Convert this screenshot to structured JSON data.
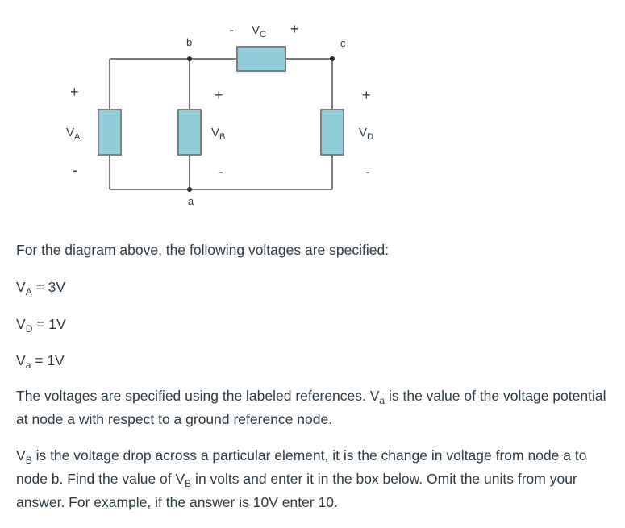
{
  "diagram": {
    "elements": [
      {
        "id": "A",
        "label_main": "V",
        "label_sub": "A",
        "plus": "+",
        "minus": "-"
      },
      {
        "id": "B",
        "label_main": "V",
        "label_sub": "B",
        "plus": "+",
        "minus": "-"
      },
      {
        "id": "C",
        "label_main": "V",
        "label_sub": "C",
        "plus": "+",
        "minus": "-"
      },
      {
        "id": "D",
        "label_main": "V",
        "label_sub": "D",
        "plus": "+",
        "minus": "-"
      }
    ],
    "nodes": {
      "a": "a",
      "b": "b",
      "c": "c"
    },
    "colors": {
      "element_fill": "#92cddc",
      "element_stroke": "#7f7f7f",
      "wire": "#7a7a7a",
      "text": "#2d3b45"
    }
  },
  "text": {
    "intro": "For the diagram above, the following voltages are specified:",
    "given": [
      {
        "main": "V",
        "sub": "A",
        "rest": " = 3V"
      },
      {
        "main": "V",
        "sub": "D",
        "rest": " = 1V"
      },
      {
        "main": "V",
        "sub": "a",
        "rest": " = 1V"
      }
    ],
    "para1": {
      "before": "The voltages are specified using the labeled references. V",
      "sub": "a",
      "after": " is the value of the voltage potential at node a with respect to a ground reference node."
    },
    "para2": {
      "p1": "V",
      "s1": "B",
      "p2": " is the voltage drop across a particular element, it is the change in voltage from node a to node b. Find the value of V",
      "s2": "B",
      "p3": " in volts and enter it in the box below. Omit the units from your answer. For example, if the answer is 10V enter 10."
    }
  }
}
